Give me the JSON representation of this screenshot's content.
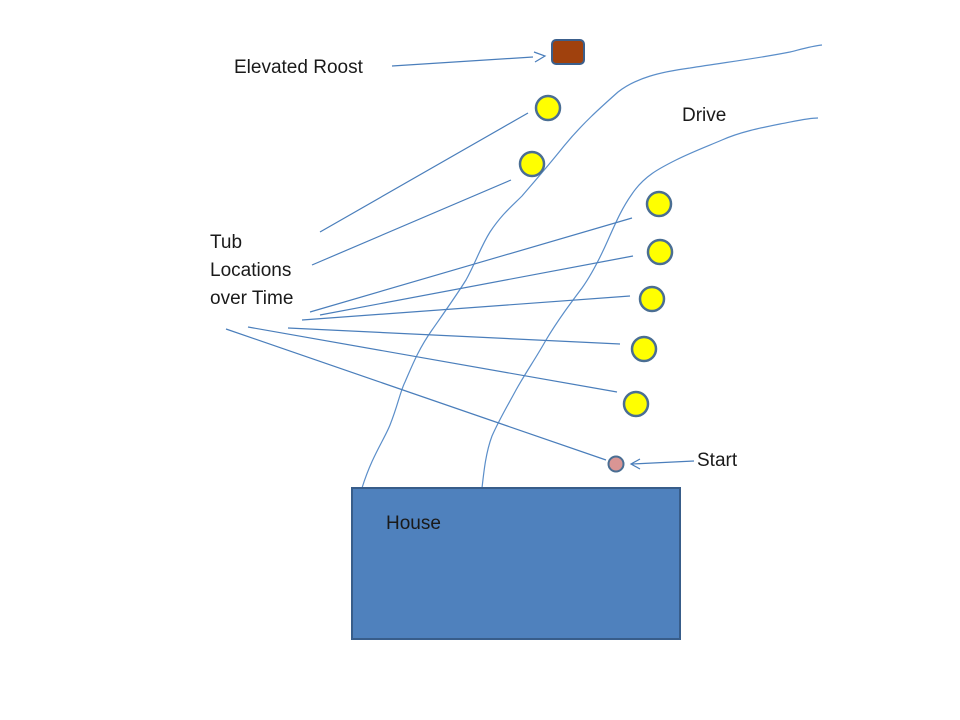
{
  "labels": {
    "roost": "Elevated Roost",
    "drive": "Drive",
    "tubs": [
      "Tub",
      "Locations",
      "over Time"
    ],
    "start": "Start",
    "house": "House"
  },
  "colors": {
    "background": "#ffffff",
    "leader_line": "#4a7ebb",
    "drive_line": "#5b8ec9",
    "house_fill": "#4f81bd",
    "house_stroke": "#385d8a",
    "tub_fill": "#ffff00",
    "tub_stroke": "#4a6e93",
    "roost_fill": "#a0410d",
    "roost_stroke": "#3b5f8c",
    "start_fill": "#d99594",
    "start_stroke": "#4a6e93"
  }
}
